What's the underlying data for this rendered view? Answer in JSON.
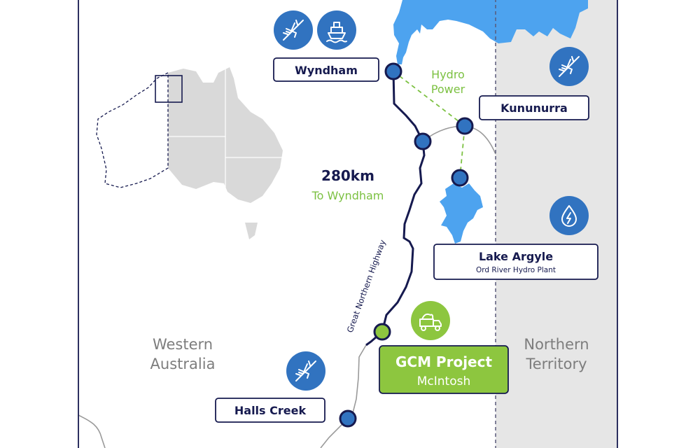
{
  "colors": {
    "navy": "#161a4f",
    "node_blue": "#3173c0",
    "water": "#4da3ef",
    "green": "#8dc63f",
    "territory_gray": "#e6e6e6",
    "land_gray": "#d9d9d9"
  },
  "places": {
    "wyndham": "Wyndham",
    "kununurra": "Kununurra",
    "lake_argyle": "Lake Argyle",
    "lake_argyle_sub": "Ord River Hydro Plant",
    "gcm_title": "GCM Project",
    "gcm_sub": "McIntosh",
    "halls_creek": "Halls Creek"
  },
  "annotations": {
    "distance": "280km",
    "distance_sub": "To Wyndham",
    "hydro_line1": "Hydro",
    "hydro_line2": "Power",
    "highway": "Great Northern Highway"
  },
  "regions": {
    "wa_line1": "Western",
    "wa_line2": "Australia",
    "nt_line1": "Northern",
    "nt_line2": "Territory"
  },
  "icons": [
    "airplane-icon",
    "ship-icon",
    "airplane-icon",
    "hydro-power-icon",
    "mining-truck-icon",
    "airplane-icon"
  ]
}
